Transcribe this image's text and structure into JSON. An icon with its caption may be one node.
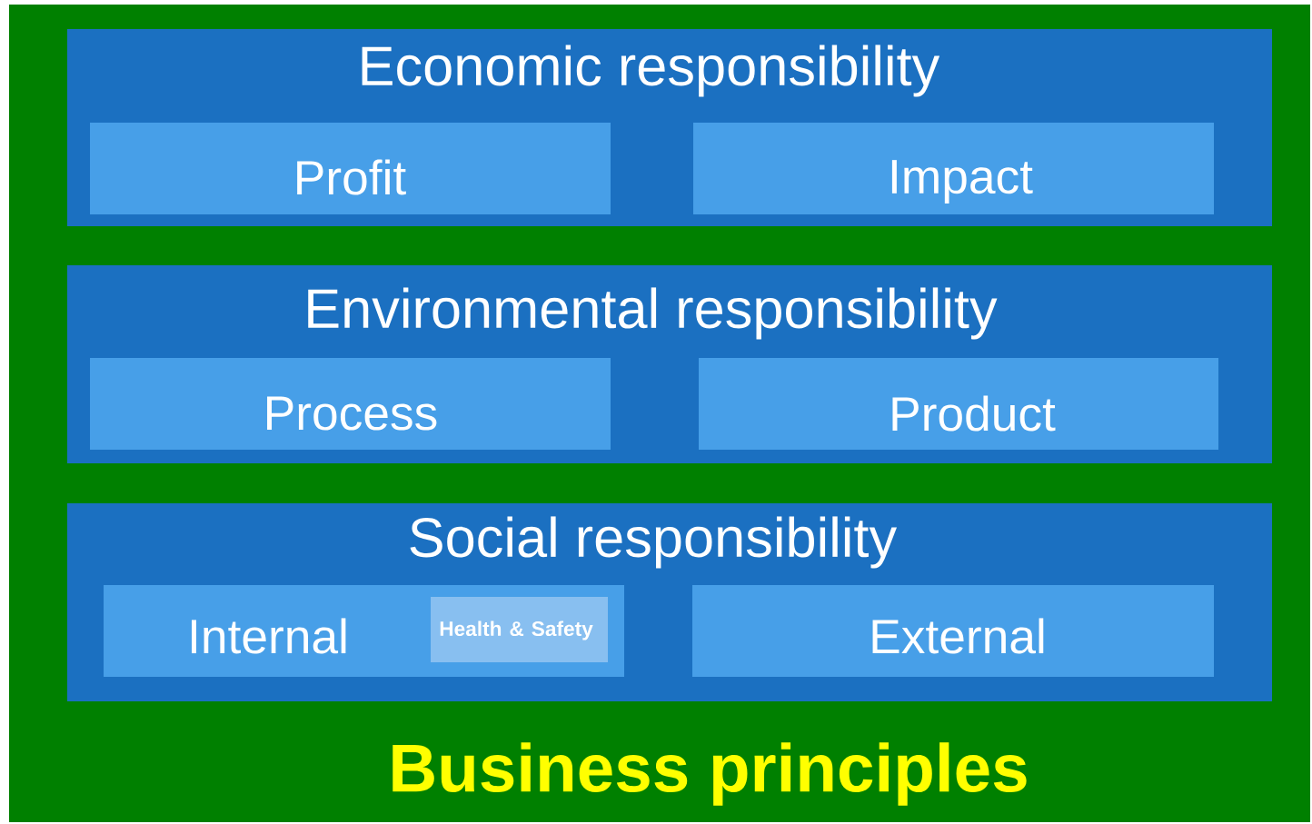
{
  "diagram": {
    "nodes": [
      {
        "text": [
          "Business principles"
        ]
      },
      {
        "text": [
          "Economic responsibility"
        ],
        "in": 0
      },
      {
        "text": [
          "Profit"
        ],
        "in": 1
      },
      {
        "text": [
          "Impact"
        ],
        "in": 1
      },
      {
        "text": [
          "Environmental responsibility"
        ],
        "in": 0
      },
      {
        "text": [
          "Process"
        ],
        "in": 4
      },
      {
        "text": [
          "Product"
        ],
        "in": 4
      },
      {
        "text": [
          "Social responsibility"
        ],
        "in": 0
      },
      {
        "text": [
          "Internal"
        ],
        "in": 7
      },
      {
        "text": [
          "Health & Safety"
        ],
        "in": 8
      },
      {
        "text": [
          "External"
        ],
        "in": 7
      }
    ]
  }
}
